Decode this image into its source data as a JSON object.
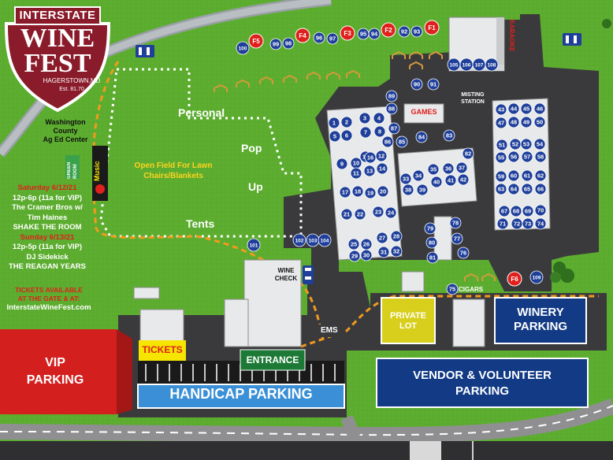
{
  "logo": {
    "top": "INTERSTATE",
    "main_1": "WINE",
    "main_2": "FEST",
    "city": "HAGERSTOWN,MD",
    "est": "Est. 81.70"
  },
  "venue": {
    "line1": "Washington",
    "line2": "County",
    "line3": "Ag Ed Center"
  },
  "schedule": {
    "sat_heading": "Saturday 6/12/21",
    "sat_time": "12p-6p (11a for VIP)",
    "sat_act1": "The Cramer Bros w/",
    "sat_act1b": "Tim Haines",
    "sat_act2": "SHAKE THE ROOM",
    "sun_heading": "Sunday 6/13/21",
    "sun_time": "12p-5p (11a for VIP)",
    "sun_act1": "DJ Sidekick",
    "sun_act2": "THE REAGAN YEARS",
    "tickets_1": "TICKETS AVAILABLE",
    "tickets_2": "AT THE GATE & AT:",
    "tickets_url": "InterstateWineFest.com"
  },
  "areas": {
    "personal": "Personal",
    "pop": "Pop",
    "up": "Up",
    "tents": "Tents",
    "open_field_1": "Open Field For Lawn",
    "open_field_2": "Chairs/Blankets",
    "music": "Music",
    "green_room_1": "GREEN",
    "green_room_2": "ROOM",
    "karaoke": "KARAOKE",
    "games": "GAMES",
    "misting_1": "MISTING",
    "misting_2": "STATION",
    "cigars": "CIGARS",
    "wine_check_1": "WINE",
    "wine_check_2": "CHECK",
    "ems": "EMS",
    "tickets": "TICKETS",
    "entrance": "ENTRANCE",
    "vip_1": "VIP",
    "vip_2": "PARKING",
    "handicap": "HANDICAP PARKING",
    "private_1": "PRIVATE",
    "private_2": "LOT",
    "winery_1": "WINERY",
    "winery_2": "PARKING",
    "vendor_1": "VENDOR & VOLUNTEER",
    "vendor_2": "PARKING"
  },
  "food_trucks": [
    "F1",
    "F2",
    "F3",
    "F4",
    "F5",
    "F6"
  ],
  "vendor_booths": [
    "1",
    "2",
    "3",
    "4",
    "5",
    "6",
    "7",
    "8",
    "9",
    "10",
    "11",
    "12",
    "13",
    "14",
    "15",
    "16",
    "17",
    "18",
    "19",
    "20",
    "21",
    "22",
    "23",
    "24",
    "25",
    "26",
    "27",
    "28",
    "29",
    "30",
    "31",
    "32",
    "33",
    "34",
    "35",
    "36",
    "37",
    "38",
    "39",
    "40",
    "41",
    "42",
    "43",
    "44",
    "45",
    "46",
    "47",
    "48",
    "49",
    "50",
    "51",
    "52",
    "53",
    "54",
    "55",
    "56",
    "57",
    "58",
    "59",
    "60",
    "61",
    "62",
    "63",
    "64",
    "65",
    "66",
    "67",
    "68",
    "69",
    "70",
    "71",
    "72",
    "73",
    "74",
    "75",
    "76",
    "77",
    "78",
    "79",
    "80",
    "81",
    "82",
    "83",
    "84",
    "85",
    "86",
    "87",
    "88",
    "89",
    "90",
    "91",
    "92",
    "93",
    "94",
    "95",
    "96",
    "97",
    "98",
    "99",
    "100",
    "101",
    "102",
    "103",
    "104",
    "105",
    "106",
    "107",
    "108",
    "109"
  ],
  "colors": {
    "grass": "#5cad2f",
    "booth_blue": "#1f3f9a",
    "food_red": "#e0201c",
    "parking_navy": "#123a85",
    "vip_red": "#d41f1f",
    "handicap_blue": "#3a8fd6",
    "entrance_green": "#1d7a36",
    "tickets_yellow": "#f5e500",
    "private_yellow": "#d8cf1c",
    "path_orange": "#f29a1f",
    "logo_maroon": "#8a1b2a"
  }
}
